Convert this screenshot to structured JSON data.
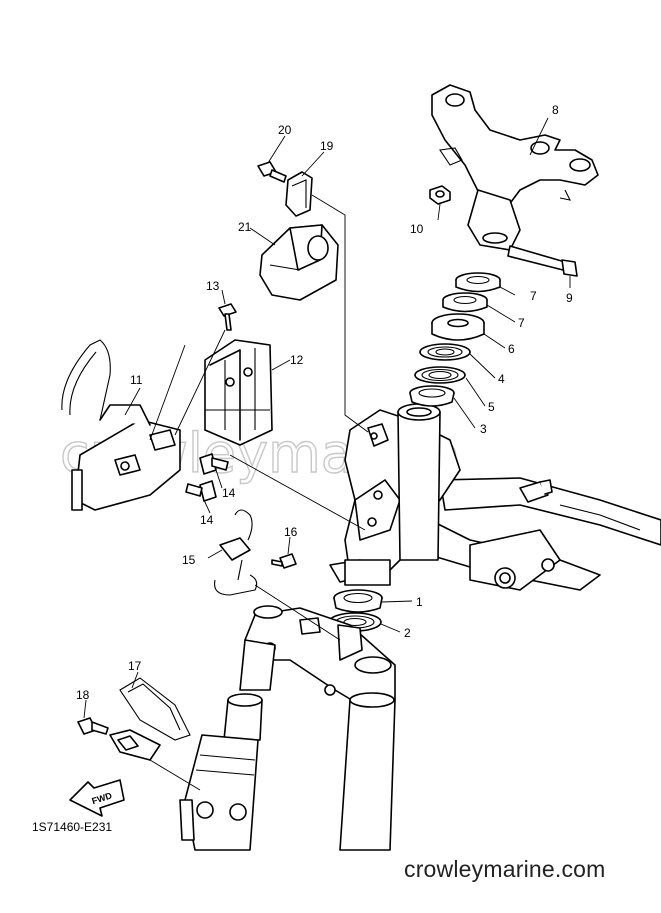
{
  "diagram": {
    "drawing_code": "1S71460-E231",
    "watermark": "crowleymarine",
    "site_footer": "crowleymarine.com",
    "fwd_label": "FWD",
    "callouts": [
      {
        "id": "c1",
        "label": "1"
      },
      {
        "id": "c2",
        "label": "2"
      },
      {
        "id": "c3",
        "label": "3"
      },
      {
        "id": "c4",
        "label": "4"
      },
      {
        "id": "c5",
        "label": "5"
      },
      {
        "id": "c6",
        "label": "6"
      },
      {
        "id": "c7a",
        "label": "7"
      },
      {
        "id": "c7b",
        "label": "7"
      },
      {
        "id": "c8",
        "label": "8"
      },
      {
        "id": "c9",
        "label": "9"
      },
      {
        "id": "c10",
        "label": "10"
      },
      {
        "id": "c11",
        "label": "11"
      },
      {
        "id": "c12",
        "label": "12"
      },
      {
        "id": "c13",
        "label": "13"
      },
      {
        "id": "c14a",
        "label": "14"
      },
      {
        "id": "c14b",
        "label": "14"
      },
      {
        "id": "c15",
        "label": "15"
      },
      {
        "id": "c16",
        "label": "16"
      },
      {
        "id": "c17",
        "label": "17"
      },
      {
        "id": "c18",
        "label": "18"
      },
      {
        "id": "c19",
        "label": "19"
      },
      {
        "id": "c20",
        "label": "20"
      },
      {
        "id": "c21",
        "label": "21"
      }
    ]
  }
}
